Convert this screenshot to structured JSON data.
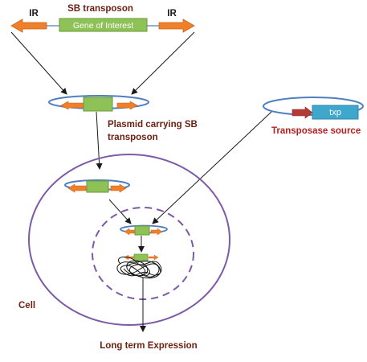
{
  "labels": {
    "title": "SB transposon",
    "ir_left": "IR",
    "ir_right": "IR",
    "gene": "Gene of Interest",
    "plasmid_line1": "Plasmid carrying SB",
    "plasmid_line2": "transposon",
    "txp": "txp",
    "transposase_source": "Transposase source",
    "cell": "Cell",
    "expression": "Long term Expression"
  },
  "colors": {
    "title_text": "#6b1f12",
    "dark_text": "#1a1a1a",
    "ring": "#4f7fbf",
    "arrow_orange": "#f07f2a",
    "gene_green": "#8ec156",
    "gene_border": "#6a9a3a",
    "txp_box": "#3fa7cc",
    "txp_arrow": "#b53a37",
    "cell_outline": "#7d5aa6"
  }
}
